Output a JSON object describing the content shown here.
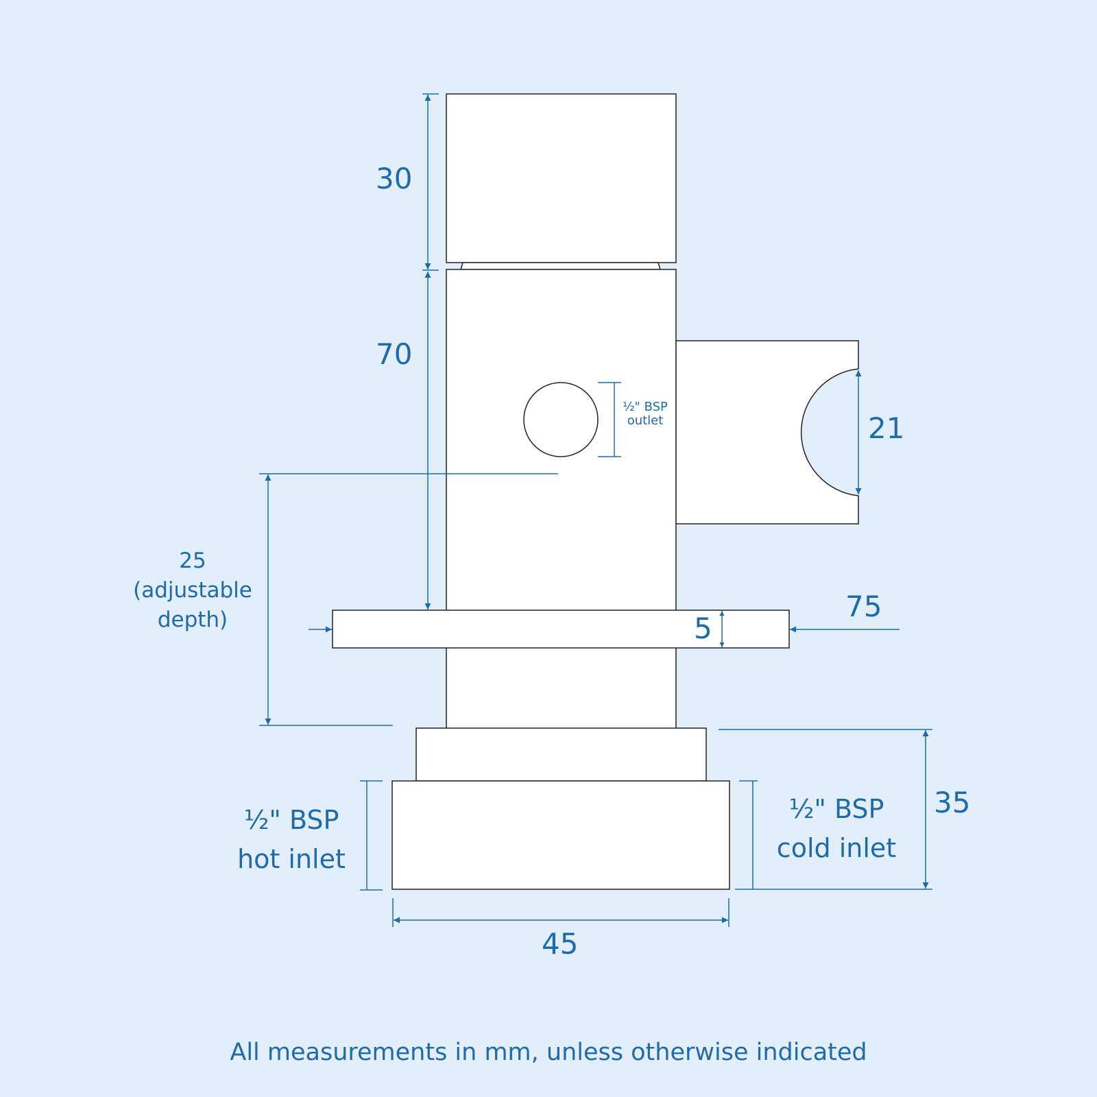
{
  "diagram": {
    "colors": {
      "background": "#e2eef9",
      "dimension": "#1f6aa8",
      "outline": "#222222",
      "fill": "#ffffff"
    },
    "dimensions": {
      "handle_height": "30",
      "body_height": "70",
      "outlet_label": [
        "½\" BSP",
        "outlet"
      ],
      "side_cutout": "21",
      "adjustable_depth": [
        "25",
        "(adjustable",
        "depth)"
      ],
      "flange_thickness": "5",
      "flange_width": "75",
      "hot_inlet": [
        "½\" BSP",
        "hot inlet"
      ],
      "cold_inlet": [
        "½\" BSP",
        "cold inlet"
      ],
      "base_height": "35",
      "base_width": "45"
    },
    "footer": "All measurements in mm, unless otherwise indicated"
  }
}
